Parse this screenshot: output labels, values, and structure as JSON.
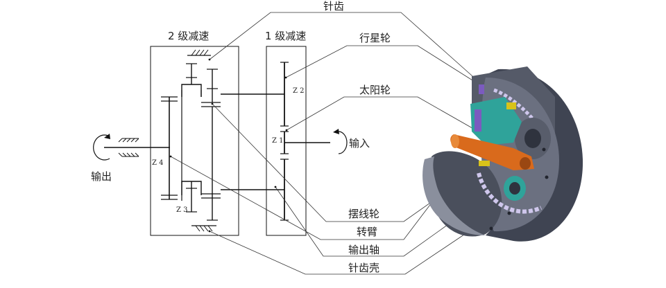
{
  "stage_labels": {
    "stage2": "2 级减速",
    "stage1": "1 级减速"
  },
  "ports": {
    "input": "输入",
    "output": "输出"
  },
  "gear_marks": {
    "z1": "Z 1",
    "z2": "Z 2",
    "z3": "Z 3",
    "z4": "Z 4"
  },
  "callouts": {
    "pin_teeth": "针齿",
    "planet_gear": "行星轮",
    "sun_gear": "太阳轮",
    "cycloid_wheel": "摆线轮",
    "crank_arm": "转臂",
    "output_shaft": "输出轴",
    "pin_housing": "针齿壳"
  },
  "colors": {
    "housing_dark": "#3f4452",
    "housing_mid": "#6b7080",
    "housing_light": "#a7abb7",
    "orange_shaft": "#d96a1c",
    "teal_gear": "#2fa39a",
    "purple_part": "#7b5bbf",
    "yellow_part": "#d8c21a",
    "balls": "#cfc7ec"
  }
}
